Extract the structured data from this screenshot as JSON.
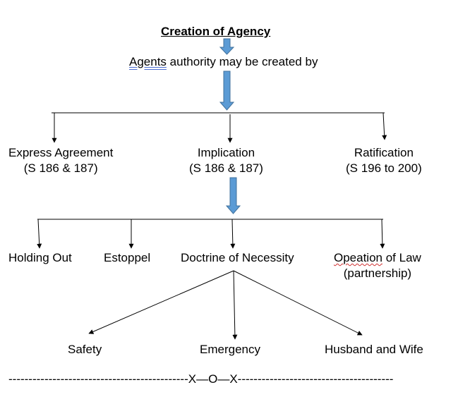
{
  "title": "Creation of Agency",
  "intro": {
    "word1": "Agents",
    "rest": " authority may be created by"
  },
  "level1": {
    "express": {
      "name": "Express Agreement",
      "section": "(S 186 & 187)"
    },
    "implication": {
      "name": "Implication",
      "section": "(S 186 & 187)"
    },
    "ratification": {
      "name": "Ratification",
      "section": "(S 196 to 200)"
    }
  },
  "level2": {
    "holding_out": "Holding Out",
    "estoppel": "Estoppel",
    "necessity": "Doctrine of Necessity",
    "operation_of_law": {
      "word1": "Opeation",
      "rest": " of Law",
      "note": "(partnership)"
    }
  },
  "level3": {
    "safety": "Safety",
    "emergency": "Emergency",
    "husband_wife": "Husband and Wife"
  },
  "footer": "---------------------------------------------X—O—X---------------------------------------",
  "colors": {
    "arrow_fill": "#5b9bd5",
    "arrow_stroke": "#41719c",
    "line": "#000000",
    "spell_underline": "#d03030"
  }
}
